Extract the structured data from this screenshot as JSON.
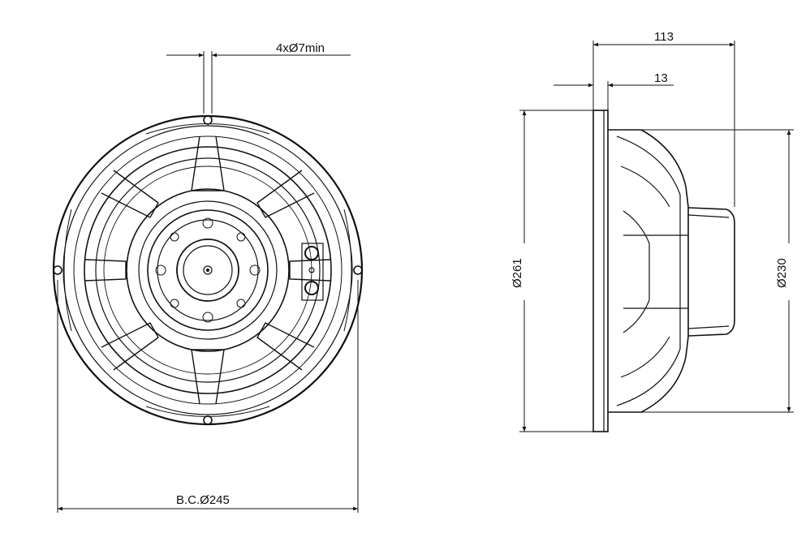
{
  "drawing": {
    "front_view": {
      "mount_holes_note": "4xØ7min",
      "bolt_circle_note": "B.C.Ø245"
    },
    "side_view": {
      "depth_total": "113",
      "flange_thickness": "13",
      "outer_diameter": "Ø261",
      "baffle_cutout_diameter": "Ø230"
    }
  },
  "colors": {
    "line": "#111111",
    "background": "#ffffff"
  }
}
